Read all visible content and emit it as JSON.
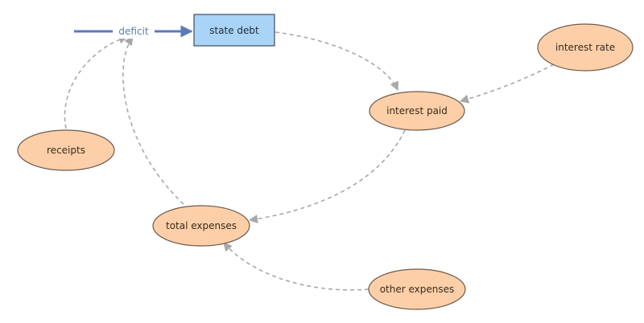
{
  "diagram": {
    "flow": {
      "label": "deficit"
    },
    "stock": {
      "label": "state debt"
    },
    "variables": {
      "interest_rate": {
        "label": "interest rate"
      },
      "interest_paid": {
        "label": "interest paid"
      },
      "receipts": {
        "label": "receipts"
      },
      "total_expenses": {
        "label": "total expenses"
      },
      "other_expenses": {
        "label": "other expenses"
      }
    }
  },
  "colors": {
    "stock_fill": "#a9d4f7",
    "stock_stroke": "#3c4c5c",
    "variable_fill": "#fccfa8",
    "variable_stroke": "#6d5a4a",
    "flow": "#5a7ab8",
    "link": "#a8a8a8"
  }
}
